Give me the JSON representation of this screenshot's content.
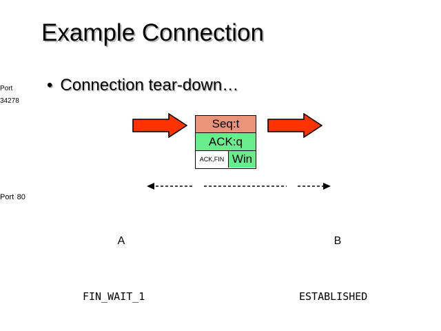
{
  "slide": {
    "title": "Example Connection",
    "bullet_marker": "•",
    "bullet_text": "Connection tear-down…"
  },
  "packet": {
    "seq": "Seq:t",
    "ack": "ACK:q",
    "flags": "ACK,FIN",
    "win": "Win",
    "colors": {
      "seq_bg": "#E8937A",
      "ack_bg": "#69EC8C",
      "win_bg": "#69EC8C",
      "flags_bg": "#FFFFFF",
      "border": "#000000"
    }
  },
  "arrows": {
    "left": {
      "name": "transmit-arrow-left",
      "color": "#FF3300",
      "direction": "right"
    },
    "right": {
      "name": "transmit-arrow-right",
      "color": "#FF3300",
      "direction": "right"
    }
  },
  "hosts": [
    {
      "letter": "A",
      "port_label": "Port",
      "port_number": "34278",
      "state": "FIN_WAIT_1"
    },
    {
      "letter": "B",
      "port_label": "Port",
      "port_number": "80",
      "state": "ESTABLISHED"
    }
  ]
}
